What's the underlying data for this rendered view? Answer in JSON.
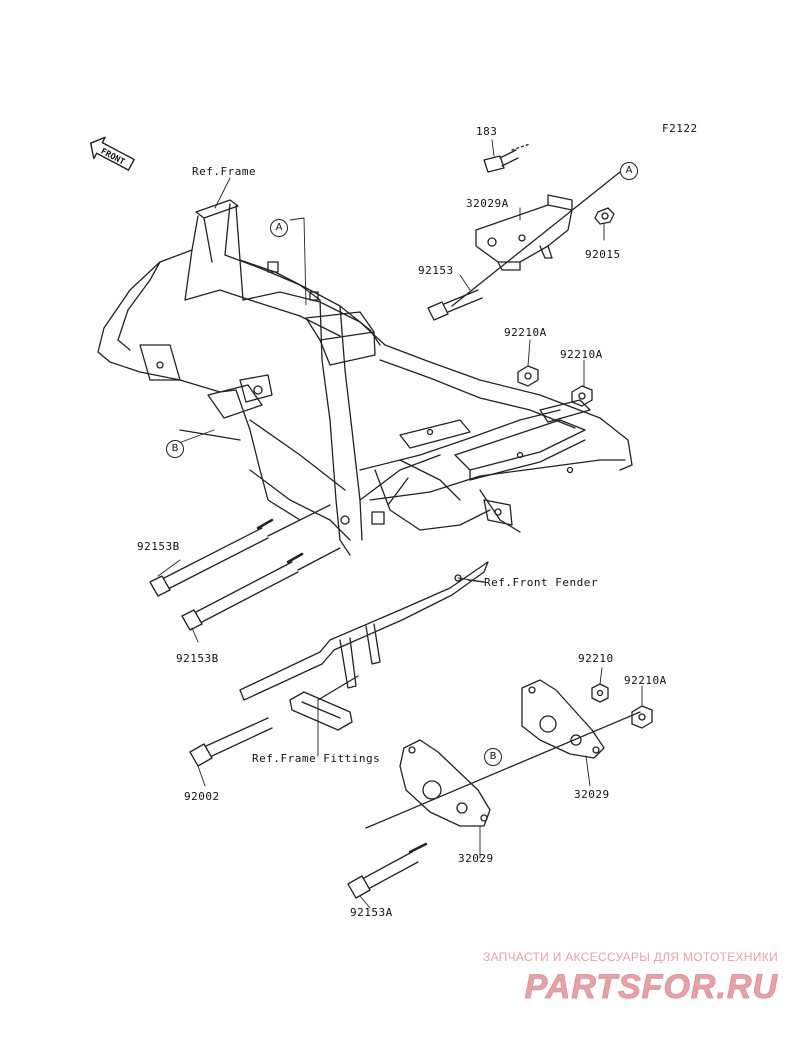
{
  "diagram_code": "F2122",
  "front_arrow": {
    "label": "FRONT",
    "icon": "front-direction-arrow-icon"
  },
  "parts": {
    "p183": "183",
    "p32029A": "32029A",
    "p92015": "92015",
    "p92153": "92153",
    "p92210A_1": "92210A",
    "p92210A_2": "92210A",
    "p92153B_1": "92153B",
    "p92153B_2": "92153B",
    "p92210": "92210",
    "p92210A_3": "92210A",
    "p92002": "92002",
    "p32029_1": "32029",
    "p32029_2": "32029",
    "p92153A": "92153A"
  },
  "references": {
    "frame": "Ref.Frame",
    "front_fender": "Ref.Front Fender",
    "frame_fittings": "Ref.Frame Fittings"
  },
  "callouts": {
    "a1": "A",
    "a2": "A",
    "b1": "B",
    "b2": "B"
  },
  "watermark": {
    "caption": "ЗАПЧАСТИ И АКСЕССУАРЫ ДЛЯ МОТОТЕХНИКИ",
    "logo": "PARTSFOR.RU",
    "color": "#e3a3a8"
  }
}
